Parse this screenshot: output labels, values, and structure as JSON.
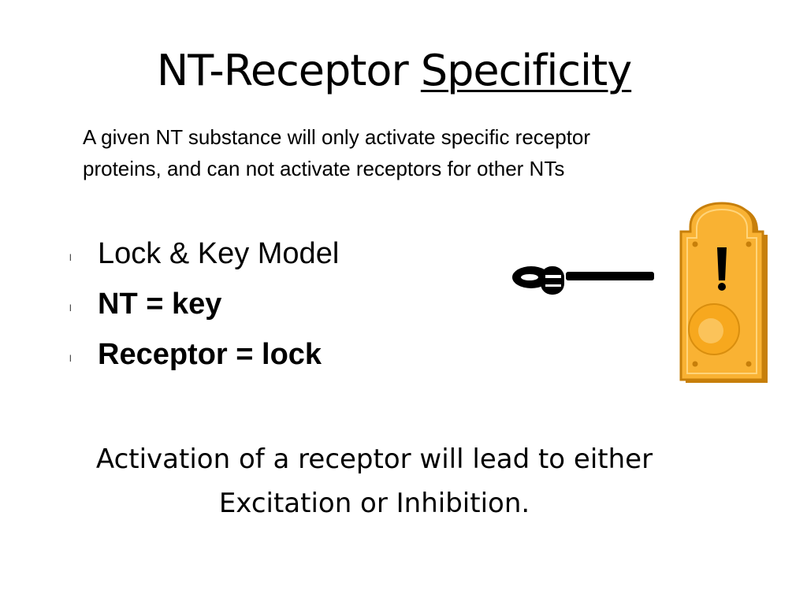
{
  "slide": {
    "title_main": "NT-Receptor ",
    "title_emphasis": "Specificity",
    "subtitle_line1": "A given NT substance will only activate specific receptor",
    "subtitle_line2": "proteins, and can not activate receptors for other NTs",
    "bullet_glyph": "l",
    "bullets": [
      {
        "text": "Lock & Key Model",
        "bold": false
      },
      {
        "text": "NT = key",
        "bold": true
      },
      {
        "text": "Receptor = lock",
        "bold": true
      }
    ],
    "conclusion_line1": "Activation of a receptor will lead to either",
    "conclusion_line2": "Excitation or Inhibition."
  },
  "icons": {
    "key": "key-icon",
    "lock": "lock-icon",
    "lock_body_color": "#F9B233",
    "lock_outline_color": "#C77F0A",
    "key_color": "#000000"
  }
}
